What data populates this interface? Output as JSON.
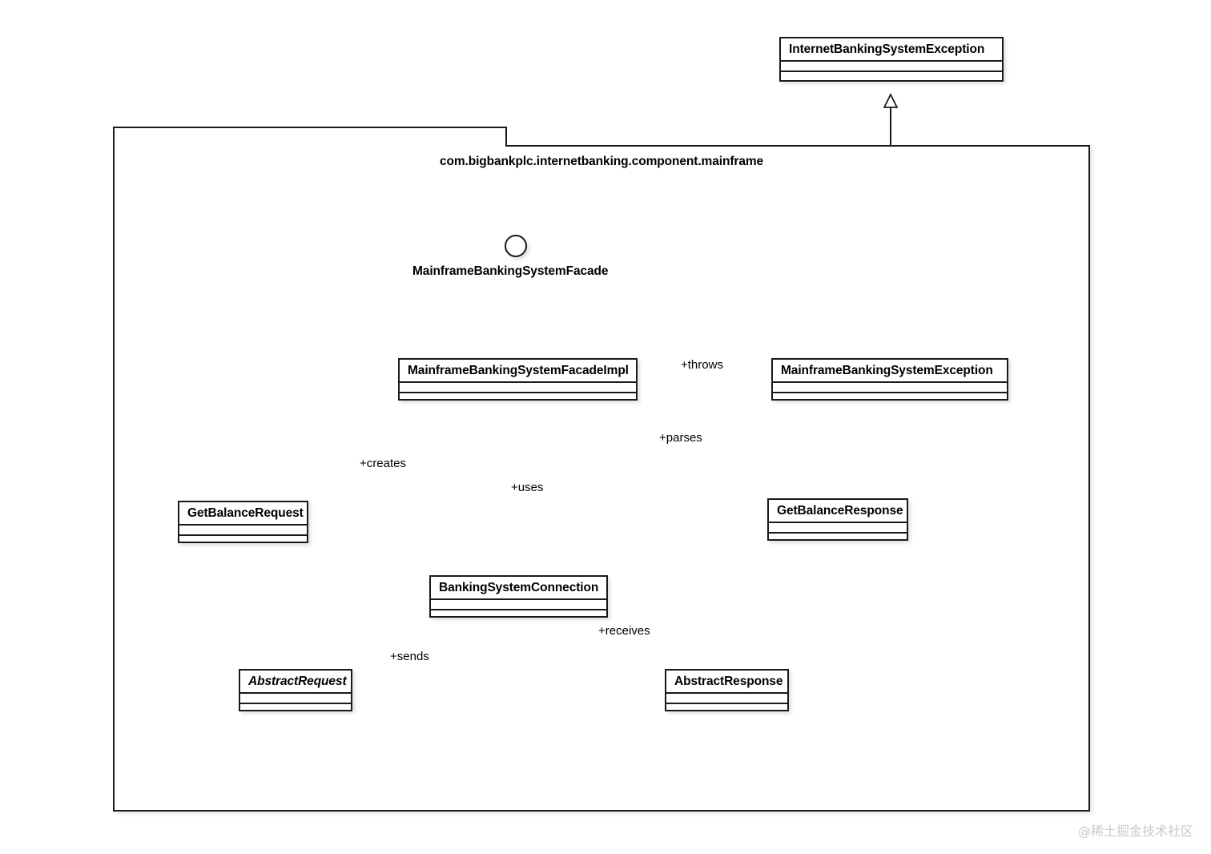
{
  "diagram": {
    "type": "uml-class-diagram",
    "package": {
      "name": "com.bigbankplc.internetbanking.component.mainframe"
    },
    "provided_interface": {
      "name": "MainframeBankingSystemFacade",
      "notation": "lollipop"
    },
    "classes": [
      {
        "id": "internet-banking-system-exception",
        "name": "InternetBankingSystemException",
        "abstract": false,
        "inside_package": false
      },
      {
        "id": "mainframe-banking-system-facade-impl",
        "name": "MainframeBankingSystemFacadeImpl",
        "abstract": false,
        "inside_package": true
      },
      {
        "id": "mainframe-banking-system-exception",
        "name": "MainframeBankingSystemException",
        "abstract": false,
        "inside_package": true
      },
      {
        "id": "get-balance-request",
        "name": "GetBalanceRequest",
        "abstract": false,
        "inside_package": true
      },
      {
        "id": "get-balance-response",
        "name": "GetBalanceResponse",
        "abstract": false,
        "inside_package": true
      },
      {
        "id": "banking-system-connection",
        "name": "BankingSystemConnection",
        "abstract": false,
        "inside_package": true
      },
      {
        "id": "abstract-request",
        "name": "AbstractRequest",
        "abstract": true,
        "inside_package": true
      },
      {
        "id": "abstract-response",
        "name": "AbstractResponse",
        "abstract": false,
        "inside_package": true
      }
    ],
    "relationships": [
      {
        "id": "rel-throws",
        "from": "mainframe-banking-system-facade-impl",
        "to": "mainframe-banking-system-exception",
        "kind": "dependency",
        "label": "+throws"
      },
      {
        "id": "rel-creates",
        "from": "mainframe-banking-system-facade-impl",
        "to": "get-balance-request",
        "kind": "dependency",
        "label": "+creates"
      },
      {
        "id": "rel-uses",
        "from": "mainframe-banking-system-facade-impl",
        "to": "banking-system-connection",
        "kind": "dependency",
        "label": "+uses"
      },
      {
        "id": "rel-parses",
        "from": "mainframe-banking-system-facade-impl",
        "to": "get-balance-response",
        "kind": "dependency",
        "label": "+parses"
      },
      {
        "id": "rel-sends",
        "from": "banking-system-connection",
        "to": "abstract-request",
        "kind": "dependency",
        "label": "+sends"
      },
      {
        "id": "rel-receives",
        "from": "banking-system-connection",
        "to": "abstract-response",
        "kind": "dependency",
        "label": "+receives"
      },
      {
        "id": "rel-gen-request",
        "from": "get-balance-request",
        "to": "abstract-request",
        "kind": "generalization",
        "label": ""
      },
      {
        "id": "rel-gen-response",
        "from": "get-balance-response",
        "to": "abstract-response",
        "kind": "generalization",
        "label": ""
      },
      {
        "id": "rel-gen-exception",
        "from": "mainframe-banking-system-exception",
        "to": "internet-banking-system-exception",
        "kind": "generalization",
        "label": ""
      }
    ],
    "labels": {
      "throws": "+throws",
      "creates": "+creates",
      "uses": "+uses",
      "parses": "+parses",
      "sends": "+sends",
      "receives": "+receives"
    },
    "watermark": "@稀土掘金技术社区",
    "colors": {
      "stroke": "#1a1a1a",
      "fill": "#ffffff",
      "text": "#000000",
      "watermark": "#c9c9c9"
    }
  }
}
